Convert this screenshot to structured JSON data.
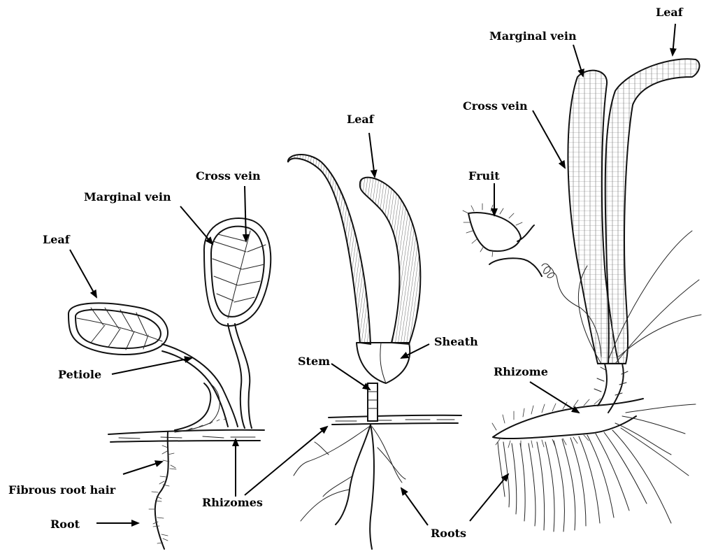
{
  "labels": {
    "p1_cross_vein": "Cross vein",
    "p1_marginal_vein": "Marginal vein",
    "p1_leaf": "Leaf",
    "p1_petiole": "Petiole",
    "p1_fibrous_root_hair": "Fibrous root hair",
    "p1_root": "Root",
    "rhizomes": "Rhizomes",
    "p2_leaf": "Leaf",
    "p2_sheath": "Sheath",
    "p2_stem": "Stem",
    "roots": "Roots",
    "p3_marginal_vein": "Marginal vein",
    "p3_leaf": "Leaf",
    "p3_cross_vein": "Cross vein",
    "p3_fruit": "Fruit",
    "p3_rhizome": "Rhizome"
  },
  "colors": {
    "ink": "#111111",
    "background": "#ffffff"
  }
}
